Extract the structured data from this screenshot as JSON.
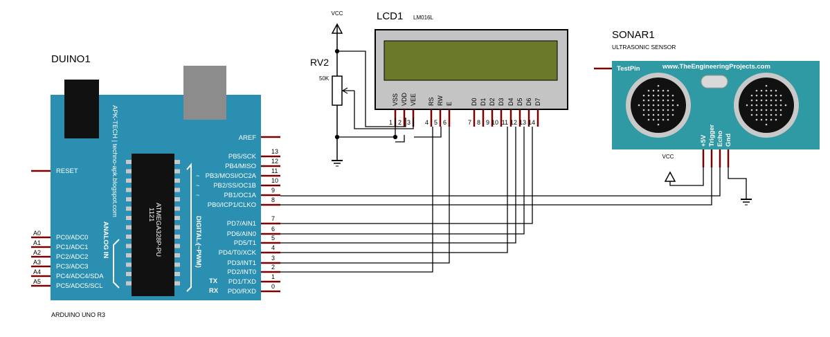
{
  "arduino": {
    "ref": "DUINO1",
    "name": "ARDUINO UNO R3",
    "brand": "APK-TECH | techno-apk.blogspot.com",
    "chip": "1121\nATMEGA328P-PU",
    "analog_label": "ANALOG IN",
    "digital_label": "DIGITAL (~PWM)",
    "tx_label": "TX",
    "rx_label": "RX",
    "reset_label": "RESET",
    "aref_label": "AREF",
    "board_color": "#2a8fb0",
    "left_pins": [
      {
        "a": "A0",
        "name": "PC0/ADC0"
      },
      {
        "a": "A1",
        "name": "PC1/ADC1"
      },
      {
        "a": "A2",
        "name": "PC2/ADC2"
      },
      {
        "a": "A3",
        "name": "PC3/ADC3"
      },
      {
        "a": "A4",
        "name": "PC4/ADC4/SDA"
      },
      {
        "a": "A5",
        "name": "PC5/ADC5/SCL"
      }
    ],
    "right_pins": [
      {
        "num": "13",
        "name": "PB5/SCK",
        "pwm": false
      },
      {
        "num": "12",
        "name": "PB4/MISO",
        "pwm": false
      },
      {
        "num": "11",
        "name": "PB3/MOSI/OC2A",
        "pwm": true
      },
      {
        "num": "10",
        "name": "PB2/SS/OC1B",
        "pwm": true
      },
      {
        "num": "9",
        "name": "PB1/OC1A",
        "pwm": true
      },
      {
        "num": "8",
        "name": "PB0/ICP1/CLKO",
        "pwm": false
      },
      {
        "num": "7",
        "name": "PD7/AIN1",
        "pwm": false
      },
      {
        "num": "6",
        "name": "PD6/AIN0",
        "pwm": true
      },
      {
        "num": "5",
        "name": "PD5/T1",
        "pwm": true
      },
      {
        "num": "4",
        "name": "PD4/T0/XCK",
        "pwm": false
      },
      {
        "num": "3",
        "name": "PD3/INT1",
        "pwm": true
      },
      {
        "num": "2",
        "name": "PD2/INT0",
        "pwm": false
      },
      {
        "num": "1",
        "name": "PD1/TXD",
        "pwm": false
      },
      {
        "num": "0",
        "name": "PD0/RXD",
        "pwm": false
      }
    ],
    "pwm_mark": "~"
  },
  "lcd": {
    "ref": "LCD1",
    "model": "LM016L",
    "screen_color": "#6b7a2a",
    "pins": [
      {
        "name": "VSS",
        "num": "1"
      },
      {
        "name": "VDD",
        "num": "2"
      },
      {
        "name": "VEE",
        "num": "3"
      },
      {
        "name": "RS",
        "num": "4"
      },
      {
        "name": "RW",
        "num": "5"
      },
      {
        "name": "E",
        "num": "6"
      },
      {
        "name": "D0",
        "num": "7"
      },
      {
        "name": "D1",
        "num": "8"
      },
      {
        "name": "D2",
        "num": "9"
      },
      {
        "name": "D3",
        "num": "10"
      },
      {
        "name": "D4",
        "num": "11"
      },
      {
        "name": "D5",
        "num": "12"
      },
      {
        "name": "D6",
        "num": "13"
      },
      {
        "name": "D7",
        "num": "14"
      }
    ]
  },
  "pot": {
    "ref": "RV2",
    "value": "50K"
  },
  "power": {
    "vcc_top": "VCC",
    "vcc_sonar": "VCC"
  },
  "sonar": {
    "ref": "SONAR1",
    "desc": "ULTRASONIC SENSOR",
    "url": "www.TheEngineeringProjects.com",
    "testpin": "TestPin",
    "board_color": "#2f9aa3",
    "pins": [
      "+5V",
      "Trigger",
      "Echo",
      "Gnd"
    ]
  },
  "wire_color": "#7a0000"
}
